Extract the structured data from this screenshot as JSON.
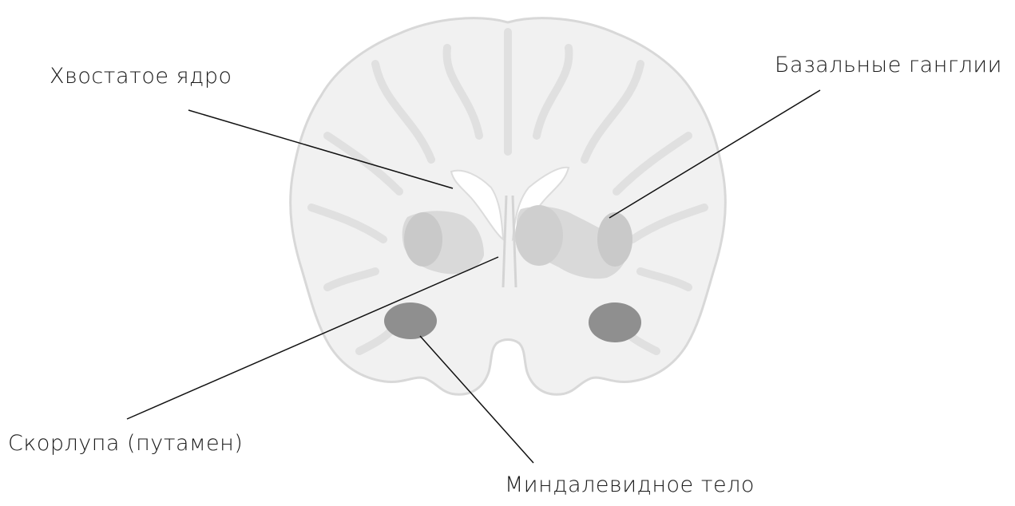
{
  "labels": {
    "caudate": "Хвостатое ядро",
    "basal_ganglia": "Базальные ганглии",
    "putamen": "Скорлупа (путамен)",
    "amygdala": "Миндалевидное тело"
  },
  "colors": {
    "background": "#ffffff",
    "tissue": "#f1f1f1",
    "tissue_outline": "#d8d8d8",
    "gyri_detail": "#e2e2e2",
    "ganglia": "#d6d6d6",
    "amygdala": "#8f8f8f",
    "leader_line": "#111111",
    "text": "#1a1a1a"
  }
}
